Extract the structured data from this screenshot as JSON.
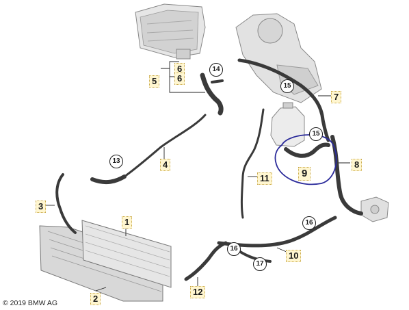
{
  "copyright": "© 2019 BMW AG",
  "labels": {
    "l1": "1",
    "l2": "2",
    "l3": "3",
    "l4": "4",
    "l5": "5",
    "l6a": "6",
    "l6b": "6",
    "l7": "7",
    "l8": "8",
    "l9": "9",
    "l10": "10",
    "l11": "11",
    "l12": "12"
  },
  "callouts": {
    "c13": "13",
    "c14": "14",
    "c15a": "15",
    "c15b": "15",
    "c16a": "16",
    "c16b": "16",
    "c17": "17"
  },
  "highlight": {
    "color": "#2a2a9a",
    "label": "9"
  },
  "colors": {
    "hose": "#3a3a3a",
    "part_fill": "#dcdcdc",
    "part_stroke": "#6a6a6a"
  }
}
